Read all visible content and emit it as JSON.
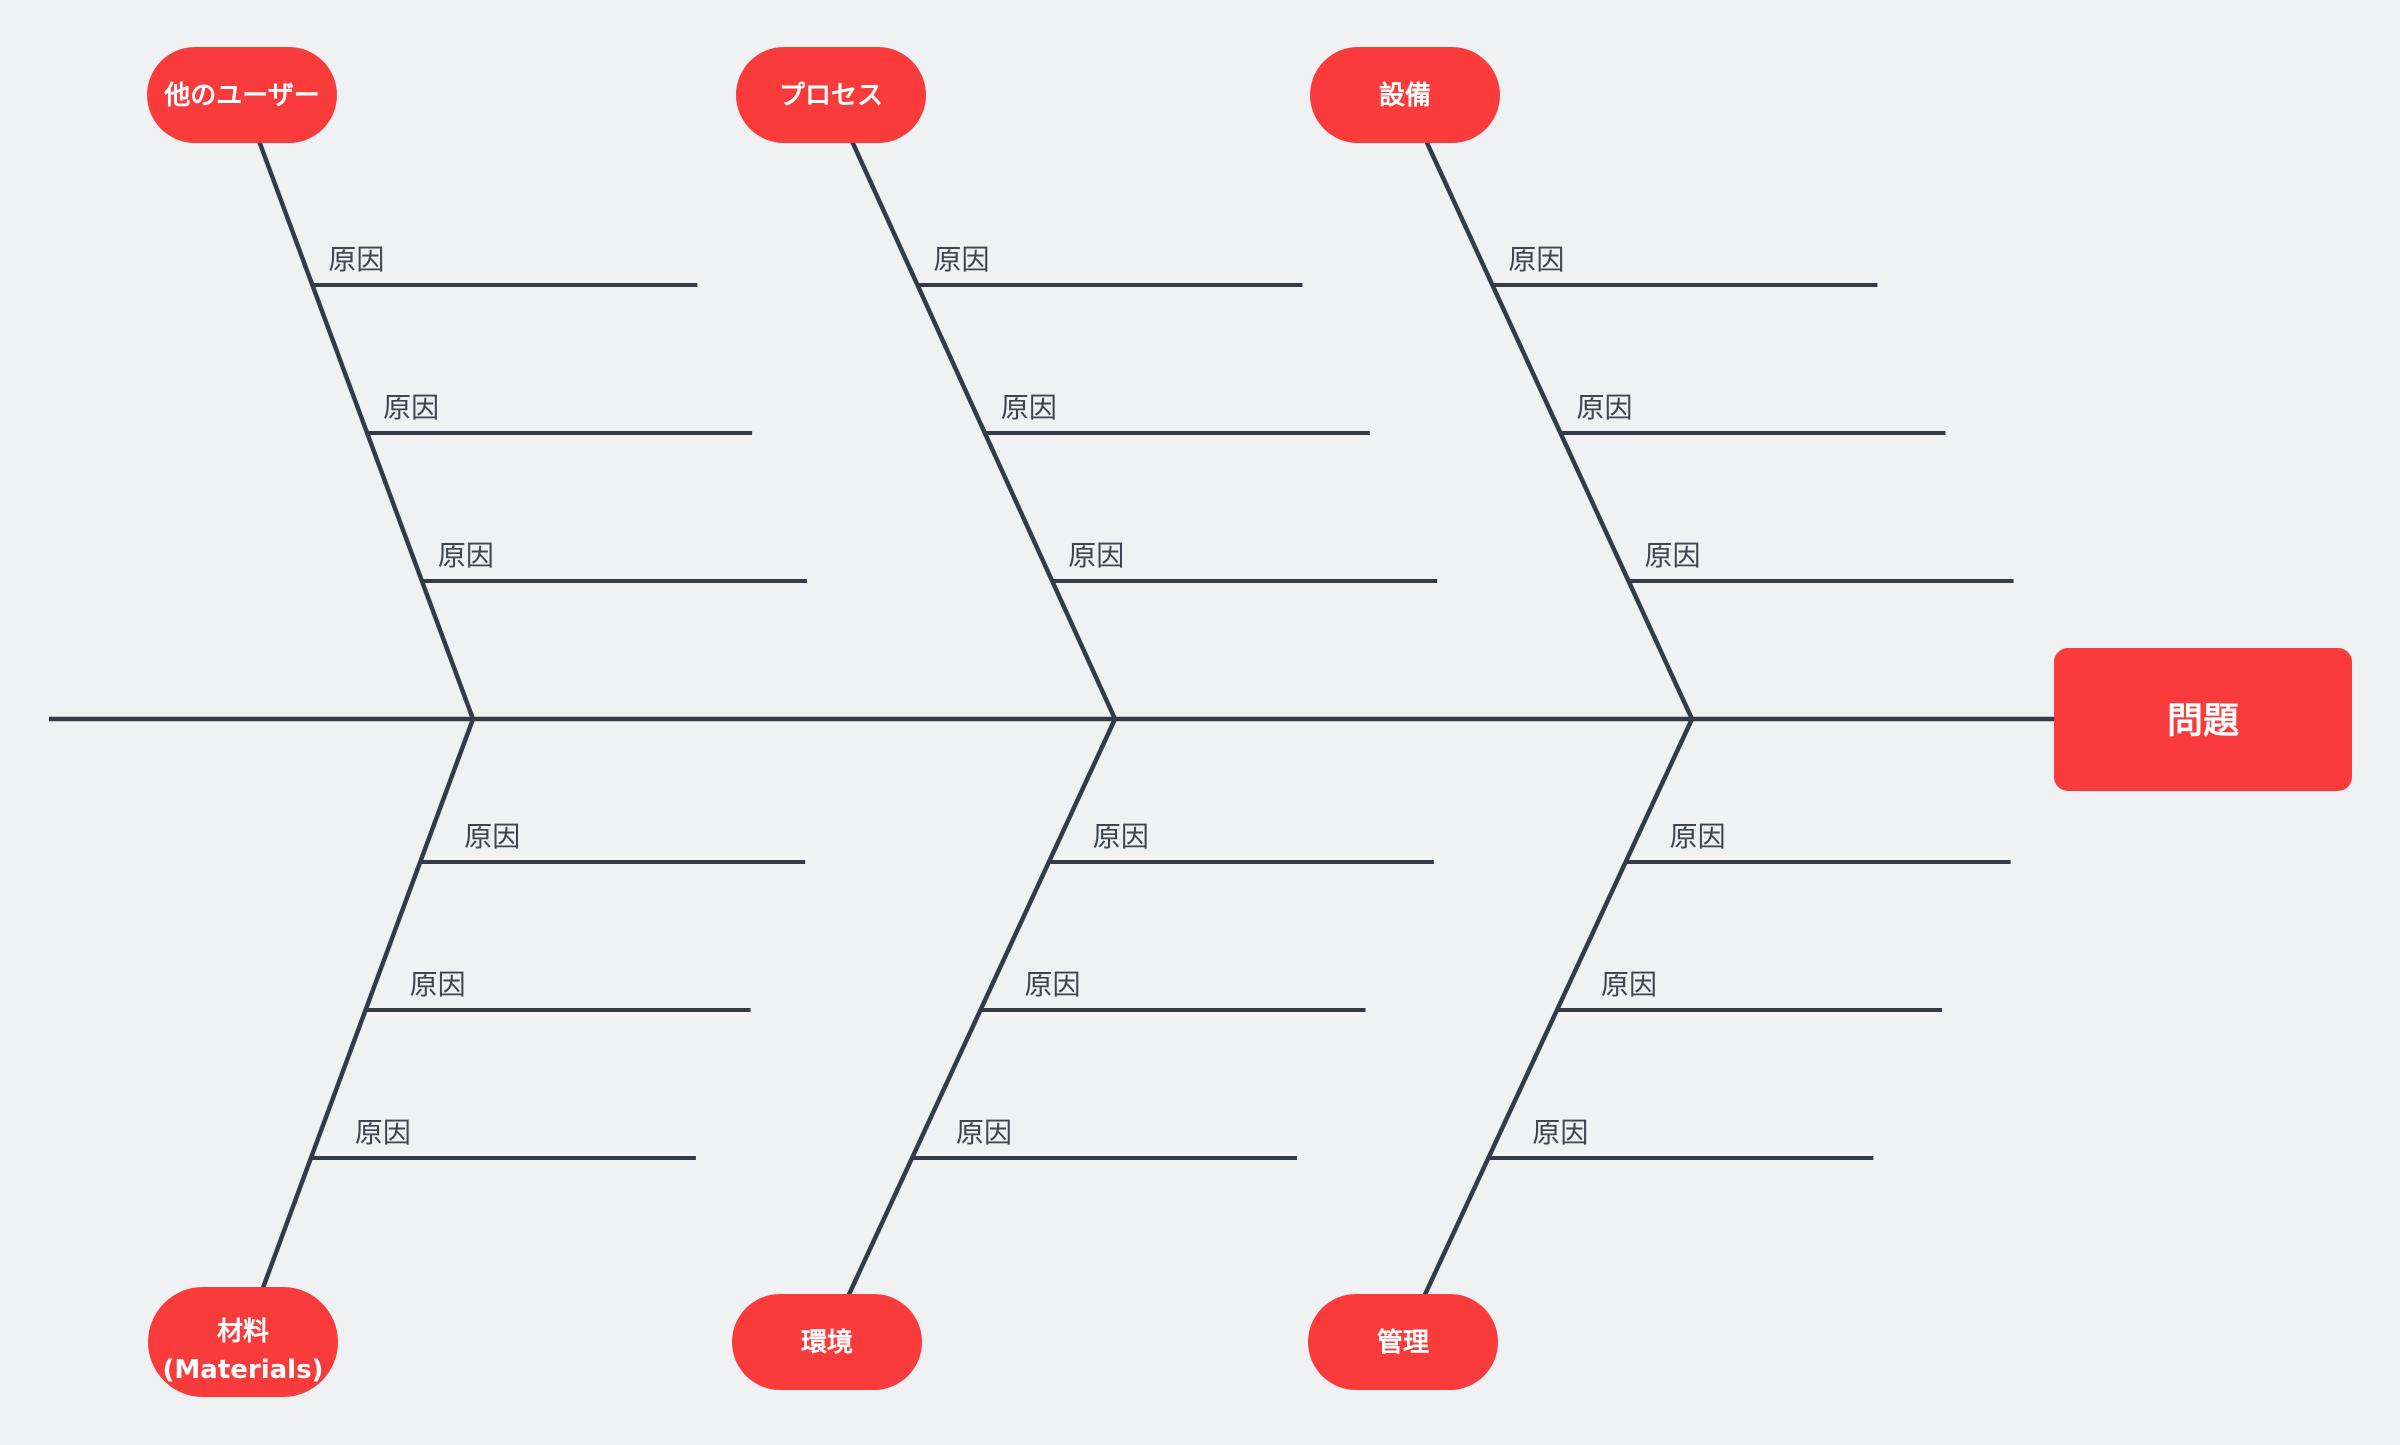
{
  "diagram": {
    "type": "fishbone",
    "background": "#F0F1F3",
    "line_color": "#333B47",
    "cause_label_color": "#3E454F",
    "accent": "#FA3B3C",
    "text_on_accent": "#FFFFFF",
    "problem": {
      "label": "問題"
    },
    "branches_top": [
      {
        "name": "other-users",
        "label_lines": [
          "他のユーザー"
        ],
        "causes": [
          "原因",
          "原因",
          "原因"
        ]
      },
      {
        "name": "process",
        "label_lines": [
          "プロセス"
        ],
        "causes": [
          "原因",
          "原因",
          "原因"
        ]
      },
      {
        "name": "equipment",
        "label_lines": [
          "設備"
        ],
        "causes": [
          "原因",
          "原因",
          "原因"
        ]
      }
    ],
    "branches_bottom": [
      {
        "name": "materials",
        "label_lines": [
          "材料",
          "(Materials)"
        ],
        "causes": [
          "原因",
          "原因",
          "原因"
        ]
      },
      {
        "name": "environment",
        "label_lines": [
          "環境"
        ],
        "causes": [
          "原因",
          "原因",
          "原因"
        ]
      },
      {
        "name": "management",
        "label_lines": [
          "管理"
        ],
        "causes": [
          "原因",
          "原因",
          "原因"
        ]
      }
    ]
  }
}
